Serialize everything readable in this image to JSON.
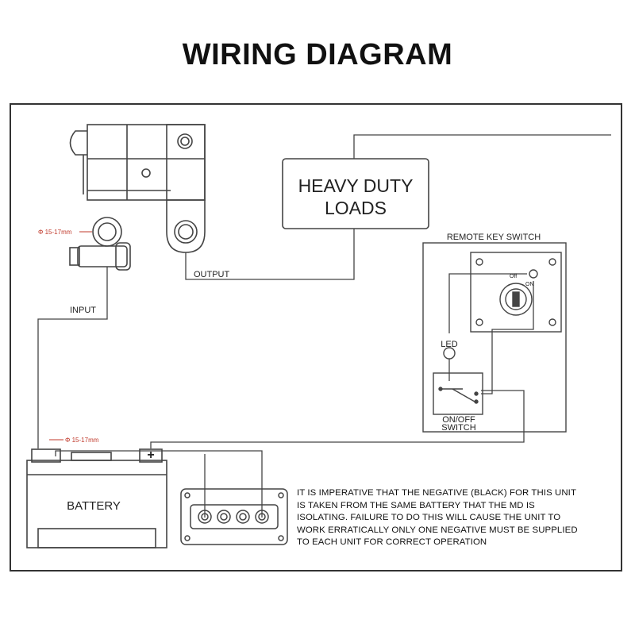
{
  "title": "WIRING DIAGRAM",
  "loads_box": {
    "line1": "HEAVY DUTY",
    "line2": "LOADS"
  },
  "labels": {
    "output": "OUTPUT",
    "input": "INPUT",
    "remote_key_switch": "REMOTE KEY SWITCH",
    "led": "LED",
    "onoff_line1": "ON/OFF",
    "onoff_line2": "SWITCH",
    "battery": "BATTERY",
    "off": "Off",
    "on": "ON",
    "terminal_size_top": "Φ 15-17mm",
    "terminal_size_battery": "Φ 15-17mm",
    "plus": "+"
  },
  "warning_lines": [
    "IT IS IMPERATIVE THAT THE NEGATIVE (BLACK) FOR THIS UNIT",
    "IS TAKEN FROM THE SAME BATTERY THAT THE MD IS",
    "ISOLATING. FAILURE TO DO THIS WILL CAUSE THE UNIT TO",
    "WORK ERRATICALLY ONLY ONE NEGATIVE MUST BE SUPPLIED",
    "TO EACH UNIT FOR CORRECT OPERATION"
  ],
  "colors": {
    "line": "#333333",
    "dimension": "#c0392b",
    "text": "#222222"
  }
}
